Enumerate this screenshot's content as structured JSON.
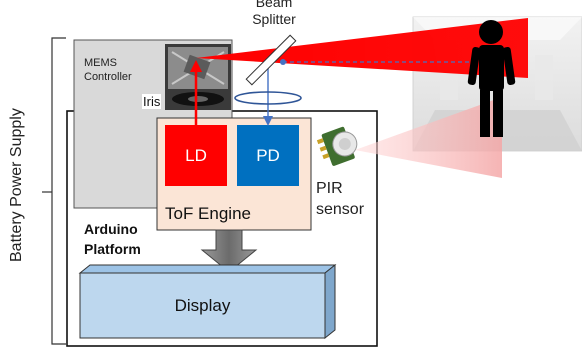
{
  "supply": {
    "label": "Battery Power Supply"
  },
  "mems": {
    "label_line1": "MEMS",
    "label_line2": "Controller",
    "iris_label": "Iris"
  },
  "beam_splitter": {
    "line1": "Beam",
    "line2": "Splitter"
  },
  "arduino": {
    "line1": "Arduino",
    "line2": "Platform"
  },
  "tof": {
    "label": "ToF Engine",
    "ld_label": "LD",
    "pd_label": "PD"
  },
  "pir": {
    "line1": "PIR",
    "line2": "sensor"
  },
  "display": {
    "label": "Display"
  },
  "colors": {
    "laser_red": "#ff0000",
    "pd_blue": "#0070c0",
    "tof_fill": "#fbe5d6",
    "mems_fill": "#d9d9d9",
    "display_fill": "#bdd7ee",
    "beam_fill": "#ff3b3b"
  }
}
